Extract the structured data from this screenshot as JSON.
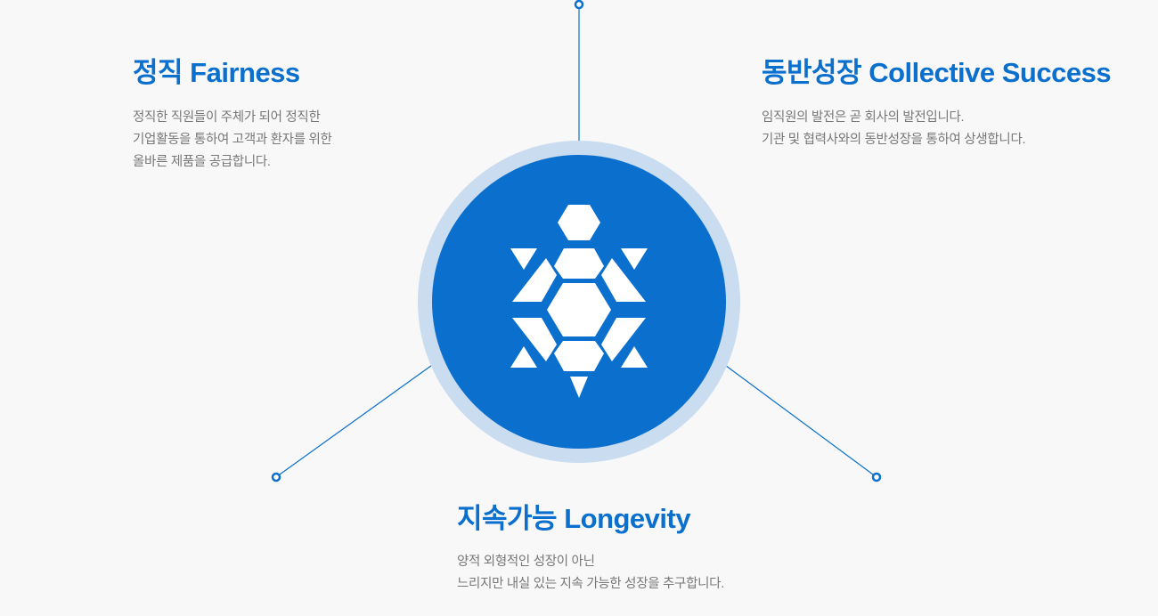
{
  "values": {
    "fairness": {
      "title": "정직 Fairness",
      "lines": [
        "정직한 직원들이 주체가 되어 정직한",
        "기업활동을 통하여 고객과 환자를 위한",
        "올바른 제품을 공급합니다."
      ]
    },
    "collective": {
      "title": "동반성장 Collective Success",
      "lines": [
        "임직원의 발전은 곧 회사의 발전입니다.",
        "기관 및 협력사와의 동반성장을 통하여 상생합니다."
      ]
    },
    "longevity": {
      "title": "지속가능 Longevity",
      "lines": [
        "양적 외형적인 성장이 아닌",
        "느리지만 내실 있는 지속 가능한 성장을 추구합니다."
      ]
    }
  },
  "colors": {
    "brand_blue": "#0b6fce",
    "ring_light": "#c9dcf0",
    "text_gray": "#777777",
    "background": "#f8f8f8"
  },
  "icons": {
    "emblem": "turtle-icon"
  }
}
